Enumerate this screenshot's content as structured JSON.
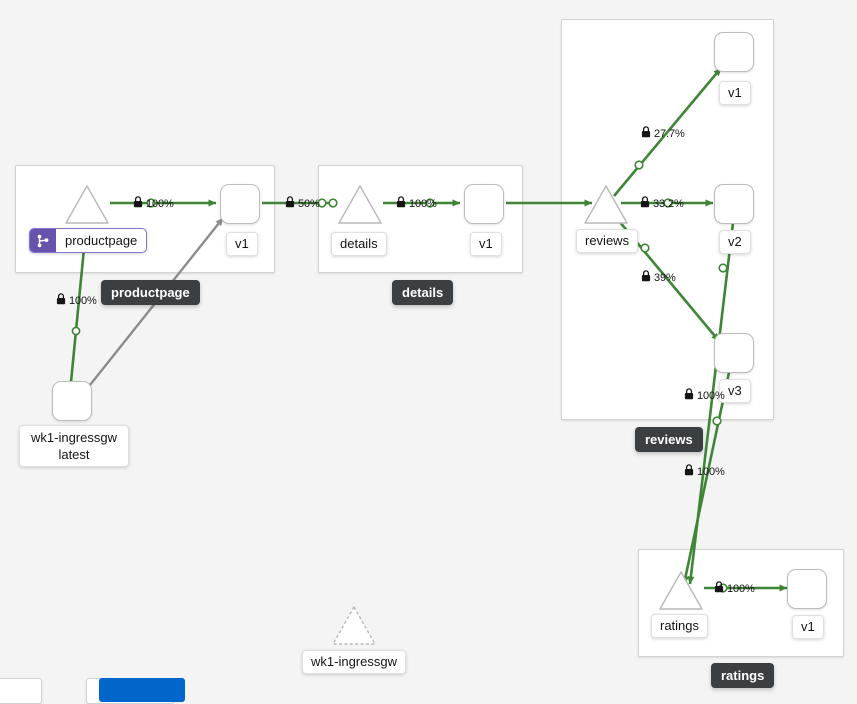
{
  "graph": {
    "background_color": "#f4f4f4",
    "edge_color_healthy": "#3e8635",
    "edge_color_idle": "#8a8d90",
    "badge_color": "#6753ac"
  },
  "groups": [
    {
      "id": "productpage",
      "chip_label": "productpage"
    },
    {
      "id": "details",
      "chip_label": "details"
    },
    {
      "id": "reviews",
      "chip_label": "reviews"
    },
    {
      "id": "ratings",
      "chip_label": "ratings"
    }
  ],
  "nodes": [
    {
      "id": "pp-svc",
      "label": "productpage",
      "type": "service",
      "badge": "virtual-service"
    },
    {
      "id": "pp-v1",
      "label": "v1",
      "type": "workload"
    },
    {
      "id": "det-svc",
      "label": "details",
      "type": "service"
    },
    {
      "id": "det-v1",
      "label": "v1",
      "type": "workload"
    },
    {
      "id": "rev-svc",
      "label": "reviews",
      "type": "service"
    },
    {
      "id": "rev-v1",
      "label": "v1",
      "type": "workload"
    },
    {
      "id": "rev-v2",
      "label": "v2",
      "type": "workload"
    },
    {
      "id": "rev-v3",
      "label": "v3",
      "type": "workload"
    },
    {
      "id": "rat-svc",
      "label": "ratings",
      "type": "service"
    },
    {
      "id": "rat-v1",
      "label": "v1",
      "type": "workload"
    },
    {
      "id": "ingress",
      "label_line1": "wk1-ingressgw",
      "label_line2": "latest",
      "type": "workload"
    },
    {
      "id": "ingress-svc",
      "label": "wk1-ingressgw",
      "type": "service",
      "state": "idle"
    }
  ],
  "edges": [
    {
      "id": "e1",
      "from": "ingress",
      "to": "pp-svc",
      "pct": "100%",
      "mtls": true,
      "status": "healthy"
    },
    {
      "id": "e2",
      "from": "ingress",
      "to": "pp-v1",
      "pct": "",
      "mtls": false,
      "status": "idle"
    },
    {
      "id": "e3",
      "from": "pp-svc",
      "to": "pp-v1",
      "pct": "100%",
      "mtls": true,
      "status": "healthy"
    },
    {
      "id": "e4",
      "from": "pp-v1",
      "to": "det-svc",
      "pct": "50%",
      "mtls": true,
      "status": "healthy"
    },
    {
      "id": "e5",
      "from": "det-svc",
      "to": "det-v1",
      "pct": "100%",
      "mtls": true,
      "status": "healthy"
    },
    {
      "id": "e6",
      "from": "det-v1",
      "to": "rev-svc",
      "pct": "",
      "mtls": false,
      "status": "healthy"
    },
    {
      "id": "e7",
      "from": "rev-svc",
      "to": "rev-v1",
      "pct": "27.7%",
      "mtls": true,
      "status": "healthy"
    },
    {
      "id": "e8",
      "from": "rev-svc",
      "to": "rev-v2",
      "pct": "33.2%",
      "mtls": true,
      "status": "healthy"
    },
    {
      "id": "e9",
      "from": "rev-svc",
      "to": "rev-v3",
      "pct": "39%",
      "mtls": true,
      "status": "healthy"
    },
    {
      "id": "e10",
      "from": "rev-v3",
      "to": "rat-svc",
      "pct": "100%",
      "mtls": true,
      "status": "healthy"
    },
    {
      "id": "e11",
      "from": "rev-v2",
      "to": "rat-svc",
      "pct": "100%",
      "mtls": true,
      "status": "healthy"
    },
    {
      "id": "e12",
      "from": "rat-svc",
      "to": "rat-v1",
      "pct": "100%",
      "mtls": true,
      "status": "healthy"
    }
  ]
}
